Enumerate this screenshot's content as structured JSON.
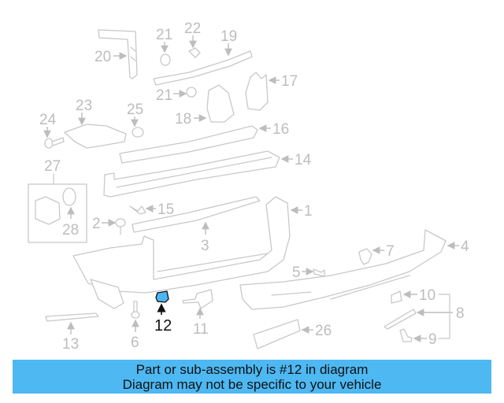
{
  "diagram": {
    "highlight_color": "#4db5f0",
    "banner_color": "#4db8f2",
    "highlighted_part": "12",
    "callouts": [
      "1",
      "2",
      "3",
      "4",
      "5",
      "6",
      "7",
      "8",
      "9",
      "10",
      "11",
      "12",
      "13",
      "14",
      "15",
      "16",
      "17",
      "18",
      "19",
      "20",
      "21",
      "21",
      "22",
      "23",
      "24",
      "25",
      "26",
      "27",
      "28"
    ],
    "labels": {
      "l1": "1",
      "l2": "2",
      "l3": "3",
      "l4": "4",
      "l5": "5",
      "l6": "6",
      "l7": "7",
      "l8": "8",
      "l9": "9",
      "l10": "10",
      "l11": "11",
      "l12": "12",
      "l13": "13",
      "l14": "14",
      "l15": "15",
      "l16": "16",
      "l17": "17",
      "l18": "18",
      "l19": "19",
      "l20": "20",
      "l21a": "21",
      "l21b": "21",
      "l22": "22",
      "l23": "23",
      "l24": "24",
      "l25": "25",
      "l26": "26",
      "l27": "27",
      "l28": "28"
    }
  },
  "banner": {
    "line1": "Part or sub-assembly is #12 in diagram",
    "line2": "Diagram may not be specific to your vehicle"
  }
}
